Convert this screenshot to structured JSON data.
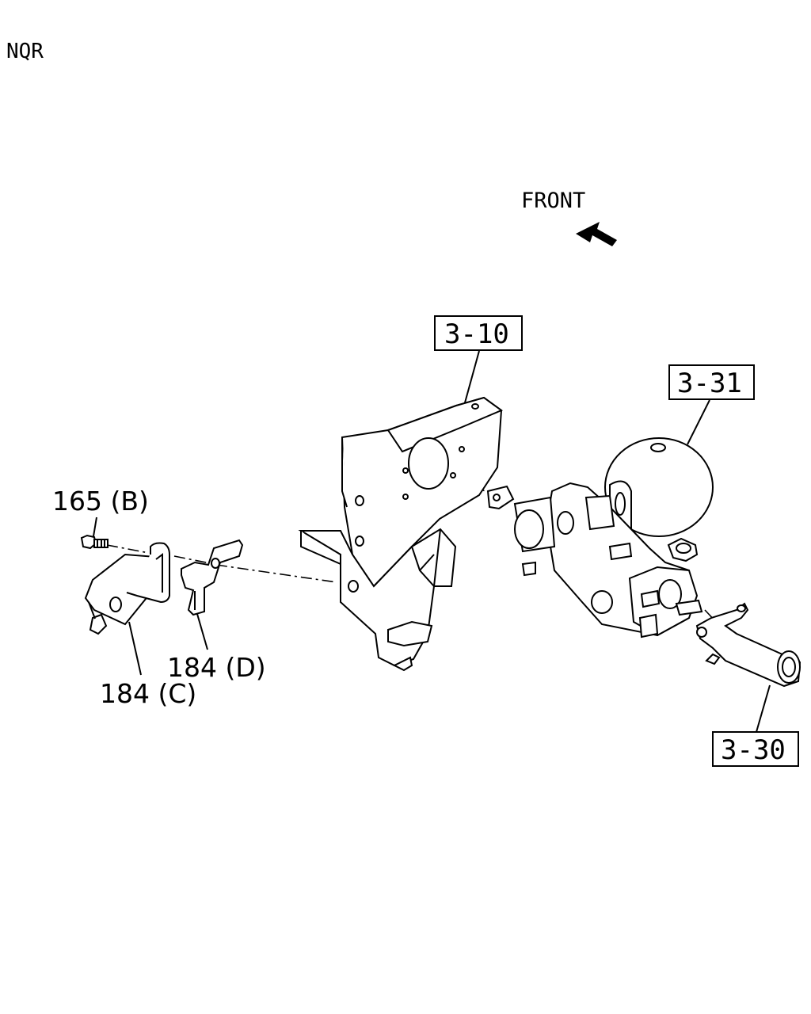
{
  "diagram": {
    "model": "NQR",
    "direction_label": "FRONT",
    "references": {
      "ref_3_10": "3-10",
      "ref_3_31": "3-31",
      "ref_3_30": "3-30"
    },
    "parts": {
      "part_165b": "165 (B)",
      "part_184c": "184 (C)",
      "part_184d": "184 (D)"
    }
  }
}
